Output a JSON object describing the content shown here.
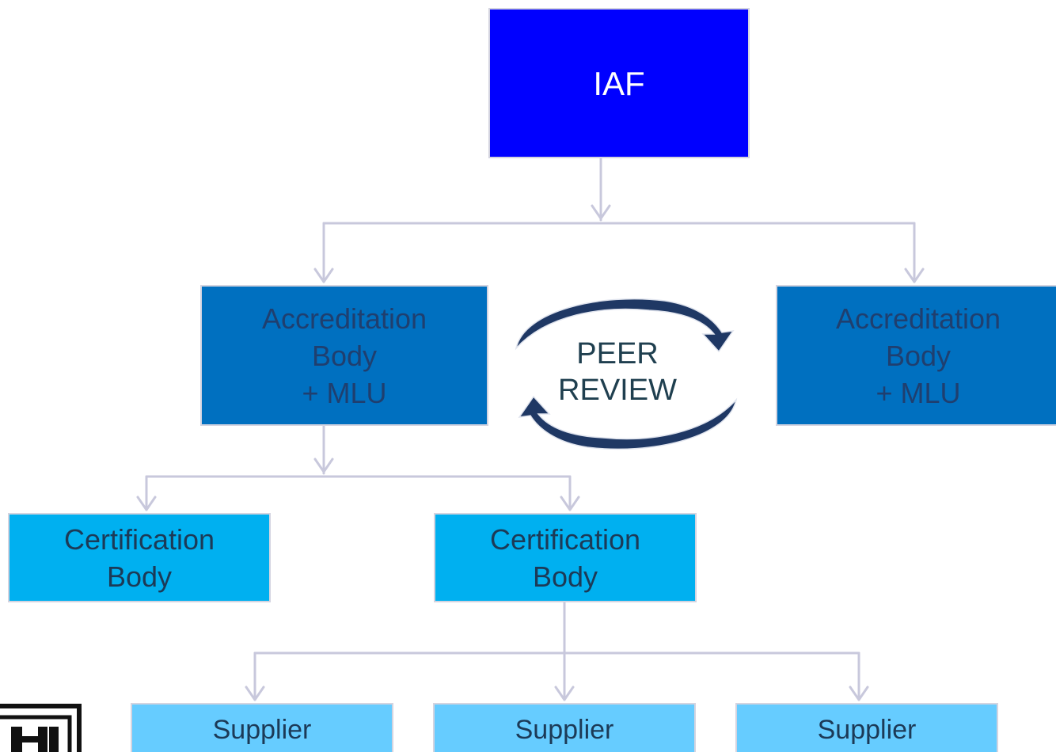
{
  "diagram": {
    "nodes": {
      "iaf": {
        "label": "IAF"
      },
      "accreditation_left": {
        "lines": [
          "Accreditation",
          "Body",
          "+ MLU"
        ]
      },
      "accreditation_right": {
        "lines": [
          "Accreditation",
          "Body",
          "+ MLU"
        ]
      },
      "certification_left": {
        "lines": [
          "Certification",
          "Body"
        ]
      },
      "certification_right": {
        "lines": [
          "Certification",
          "Body"
        ]
      },
      "supplier_1": {
        "label": "Supplier"
      },
      "supplier_2": {
        "label": "Supplier"
      },
      "supplier_3": {
        "label": "Supplier"
      }
    },
    "peer_review": {
      "lines": [
        "PEER",
        "REVIEW"
      ]
    },
    "colors": {
      "iaf_fill": "#0000ff",
      "accreditation_fill": "#0070c0",
      "certification_fill": "#00b0f0",
      "supplier_fill": "#66ccff",
      "connector": "#c8c8dc",
      "peer_arrow": "#1f3864"
    },
    "logo": {
      "icon": "corner-logo-icon"
    }
  }
}
